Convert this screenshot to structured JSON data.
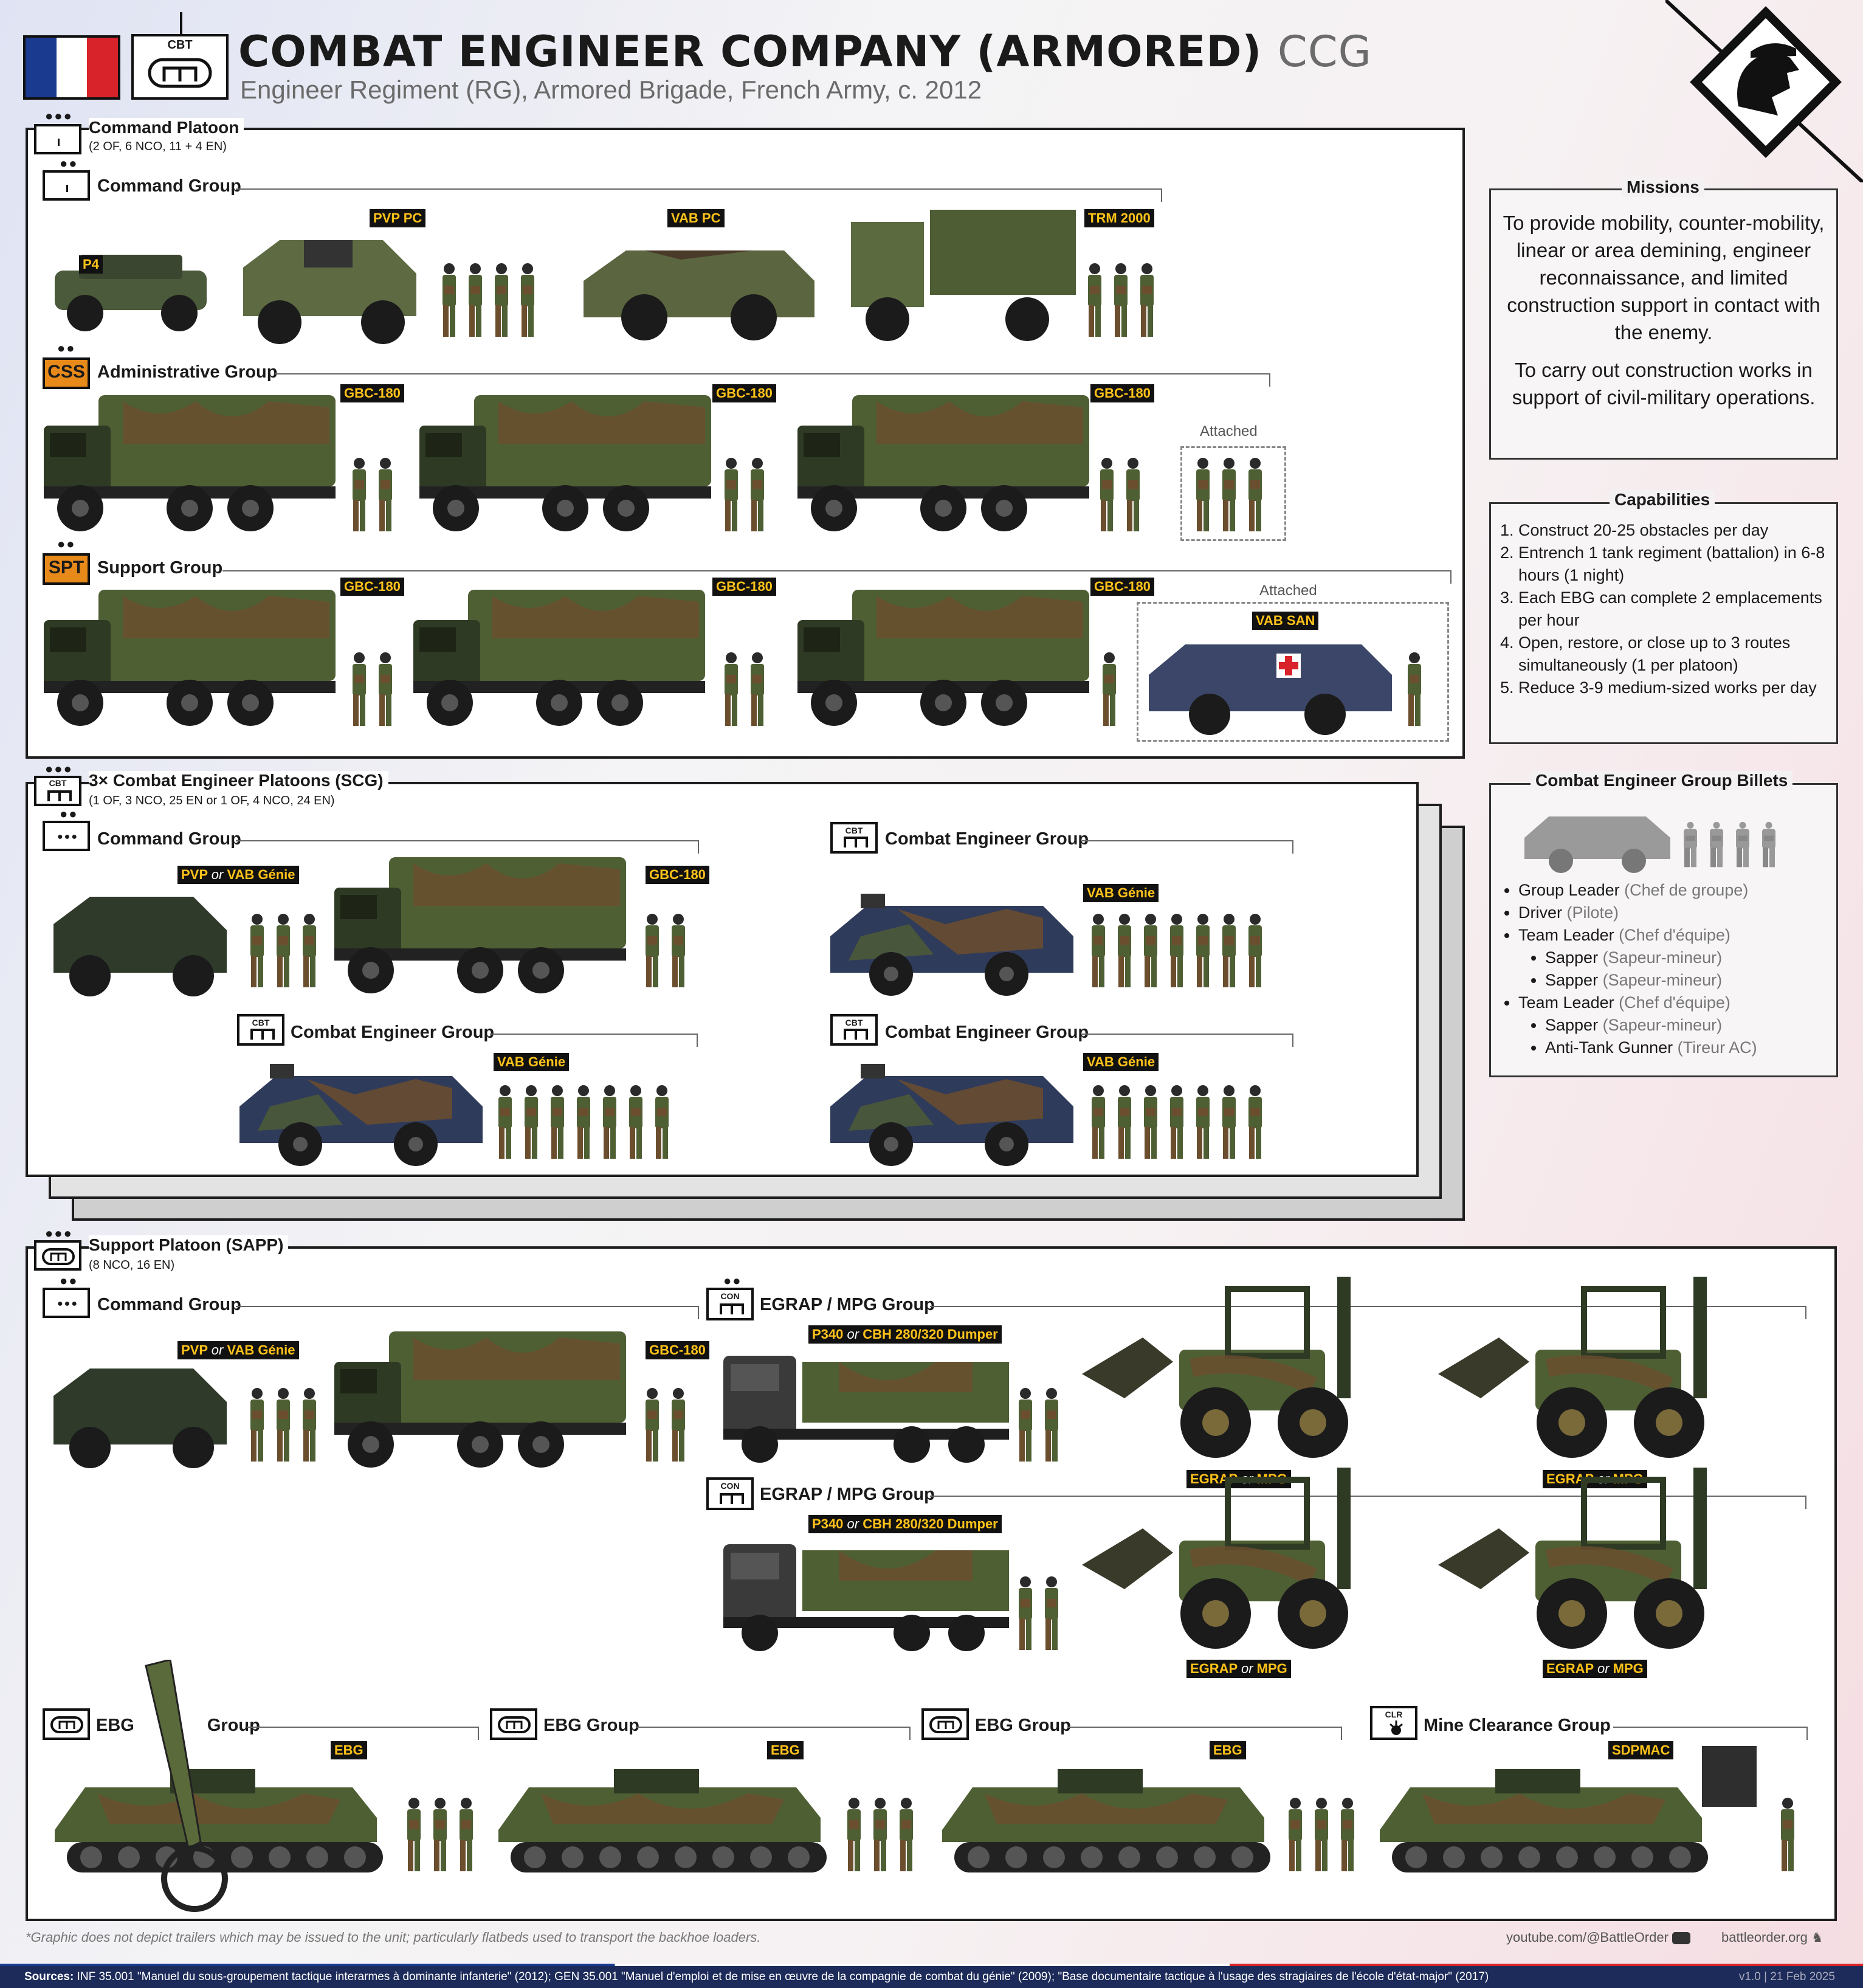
{
  "header": {
    "title": "COMBAT ENGINEER COMPANY (ARMORED)",
    "abbr": "CCG",
    "subtitle": "Engineer Regiment (RG), Armored Brigade, French Army, c. 2012",
    "unit_symbol": "CBT"
  },
  "command_platoon": {
    "title": "Command Platoon",
    "strength": "(2 OF, 6 NCO, 11 + 4 EN)",
    "command_group": {
      "label": "Command Group",
      "vehicles": [
        "P4",
        "PVP PC",
        "VAB PC",
        "TRM 2000"
      ]
    },
    "administrative_group": {
      "label": "Administrative Group",
      "badge": "CSS",
      "vehicles": [
        "GBC-180",
        "GBC-180",
        "GBC-180"
      ],
      "attached": "Attached"
    },
    "support_group": {
      "label": "Support Group",
      "badge": "SPT",
      "vehicles": [
        "GBC-180",
        "GBC-180",
        "GBC-180",
        "VAB SAN"
      ],
      "attached": "Attached"
    }
  },
  "combat_platoons": {
    "title": "3× Combat Engineer Platoons (SCG)",
    "strength": "(1 OF, 3 NCO, 25 EN or 1 OF, 4 NCO, 24 EN)",
    "command_group": {
      "label": "Command Group",
      "pvp": "PVP",
      "or": "or",
      "vab": "VAB Génie",
      "truck": "GBC-180"
    },
    "ceg_label": "Combat Engineer Group",
    "ceg_vehicle": "VAB Génie",
    "cbt": "CBT"
  },
  "support_platoon": {
    "title": "Support Platoon (SAPP)",
    "strength": "(8 NCO, 16 EN)",
    "command_group": {
      "label": "Command Group",
      "pvp": "PVP",
      "or": "or",
      "vab": "VAB Génie",
      "truck": "GBC-180"
    },
    "egrap_label": "EGRAP / MPG Group",
    "con": "CON",
    "dumper_a": "P340",
    "dumper_or": "or",
    "dumper_b": "CBH 280/320 Dumper",
    "loader_a": "EGRAP",
    "loader_or": "or",
    "loader_b": "MPG",
    "ebg_label": "EBG Group",
    "ebg_label_1a": "EBG",
    "ebg_label_1b": "Group",
    "ebg_vehicle": "EBG",
    "mine_label": "Mine Clearance Group",
    "clr": "CLR",
    "mine_vehicle": "SDPMAC"
  },
  "missions": {
    "title": "Missions",
    "p1": "To provide mobility, counter-mobility, linear or area demining, engineer reconnaissance, and limited construction support in contact with the enemy.",
    "p2": "To carry out construction works in support of civil-military operations."
  },
  "capabilities": {
    "title": "Capabilities",
    "items": [
      "Construct 20-25 obstacles per day",
      "Entrench 1 tank regiment (battalion) in 6-8 hours (1 night)",
      "Each EBG can complete 2 emplacements per hour",
      "Open, restore, or close up to 3 routes simultaneously (1 per platoon)",
      "Reduce 3-9 medium-sized works per day"
    ]
  },
  "billets": {
    "title": "Combat Engineer Group Billets",
    "items": [
      {
        "role": "Group Leader",
        "fr": "(Chef de groupe)",
        "level": 0
      },
      {
        "role": "Driver",
        "fr": "(Pilote)",
        "level": 0
      },
      {
        "role": "Team Leader",
        "fr": "(Chef d'équipe)",
        "level": 0
      },
      {
        "role": "Sapper",
        "fr": "(Sapeur-mineur)",
        "level": 1
      },
      {
        "role": "Sapper",
        "fr": "(Sapeur-mineur)",
        "level": 1
      },
      {
        "role": "Team Leader",
        "fr": "(Chef d'équipe)",
        "level": 0
      },
      {
        "role": "Sapper",
        "fr": "(Sapeur-mineur)",
        "level": 1
      },
      {
        "role": "Anti-Tank Gunner",
        "fr": "(Tireur AC)",
        "level": 1
      }
    ]
  },
  "footer": {
    "note": "*Graphic does not depict trailers which may be issued to the unit; particularly flatbeds used to transport the backhoe loaders.",
    "youtube": "youtube.com/@BattleOrder",
    "site": "battleorder.org",
    "sources_label": "Sources:",
    "sources": "INF 35.001 \"Manuel du sous-groupement tactique interarmes à dominante infanterie\" (2012); GEN 35.001 \"Manuel d'emploi et de mise en œuvre de la compagnie de combat du génie\" (2009); \"Base documentaire tactique à l'usage des stragiaires de l'école d'état-major\" (2017)",
    "version": "v1.0 | 21 Feb 2025"
  },
  "colors": {
    "tag_bg": "#111111",
    "tag_text": "#ffc21a",
    "css_badge": "#e88a1a",
    "flag_blue": "#1a3a8f",
    "flag_red": "#d8232a",
    "source_bar": "#1c2b5a"
  }
}
